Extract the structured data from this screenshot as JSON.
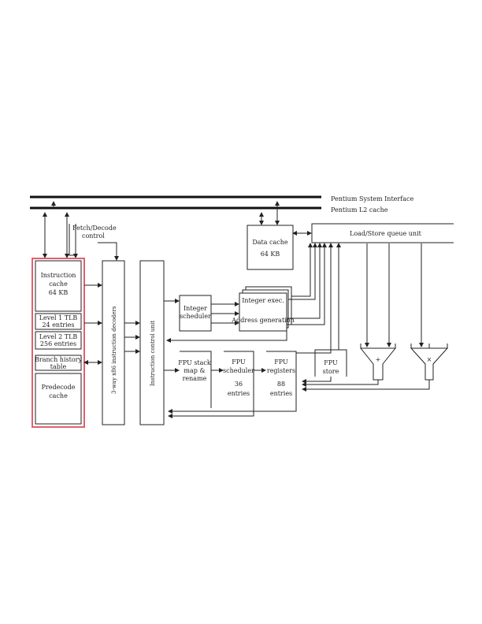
{
  "colors": {
    "highlight": "#e06070",
    "line": "#222222"
  },
  "bus": {
    "system_interface": "Pentium System Interface",
    "l2_cache": "Pentium L2 cache"
  },
  "fetch_decode": {
    "line1": "Fetch/Decode",
    "line2": "control"
  },
  "icache": {
    "line1": "Instruction",
    "line2": "cache",
    "line3": "64 KB"
  },
  "l1tlb": {
    "line1": "Level 1 TLB",
    "line2": "24 entries"
  },
  "l2tlb": {
    "line1": "Level 2 TLB",
    "line2": "256 entries"
  },
  "bht": {
    "line1": "Branch history",
    "line2": "table"
  },
  "predecode": {
    "line1": "Predecode",
    "line2": "cache"
  },
  "decoder": {
    "label": "3-way x86 instruction decoders"
  },
  "icu": {
    "label": "Instruction control unit"
  },
  "int_sched": {
    "line1": "Integer",
    "line2": "scheduler"
  },
  "int_exec": {
    "line1": "Integer exec.",
    "line2": "Address generation"
  },
  "data_cache": {
    "line1": "Data cache",
    "line2": "64 KB"
  },
  "lsq": {
    "label": "Load/Store queue unit"
  },
  "fpu_stack": {
    "line1": "FPU stack",
    "line2": "map &",
    "line3": "rename"
  },
  "fpu_sched": {
    "line1": "FPU",
    "line2": "scheduler",
    "line3": "36",
    "line4": "entries"
  },
  "fpu_regs": {
    "line1": "FPU",
    "line2": "registers",
    "line3": "88",
    "line4": "entries"
  },
  "fpu_store": {
    "line1": "FPU",
    "line2": "store"
  },
  "fadd": {
    "label": "+"
  },
  "fmul": {
    "label": "×"
  }
}
